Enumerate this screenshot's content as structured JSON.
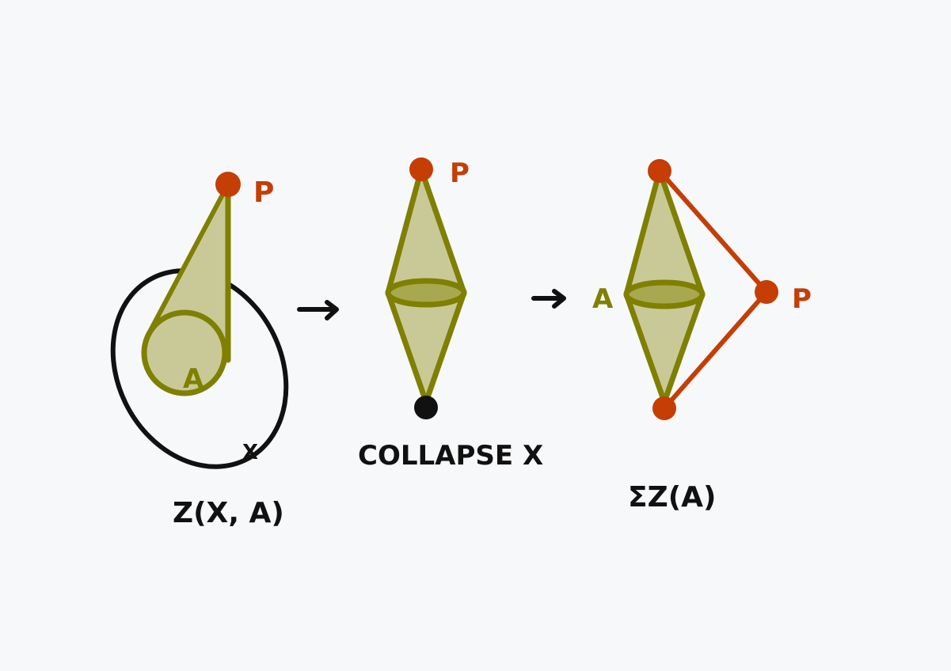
{
  "colors": {
    "background": "#f7f8fa",
    "olive": "#7f7f00",
    "olive_fill": "#c9c998",
    "olive_dark_fill": "#a8a851",
    "orange": "#c43e06",
    "black": "#111111"
  },
  "panel1": {
    "point_label": "P",
    "subspace_label": "A",
    "space_label": "X",
    "caption": "Z(X, A)"
  },
  "arrow1": {
    "glyph": "→"
  },
  "panel2": {
    "point_label": "P",
    "caption": "COLLAPSE X"
  },
  "arrow2": {
    "glyph": "→"
  },
  "panel3": {
    "subspace_label": "A",
    "point_label": "P",
    "caption": "ΣZ(A)"
  }
}
